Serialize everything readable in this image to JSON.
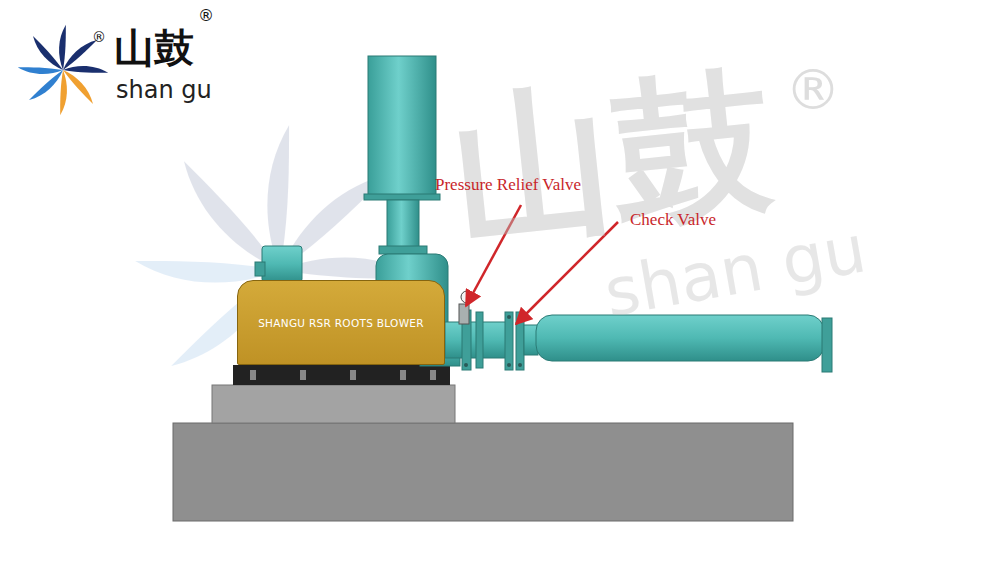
{
  "diagram": {
    "nodes": [
      {
        "text": [
          "SHANGU RSR ROOTS BLOWER"
        ]
      }
    ],
    "labels": [
      "山鼓",
      "®",
      "®",
      "shan gu",
      "Pressure Relief Valve",
      "Check Valve",
      "山鼓",
      "®",
      "shan gu"
    ]
  }
}
